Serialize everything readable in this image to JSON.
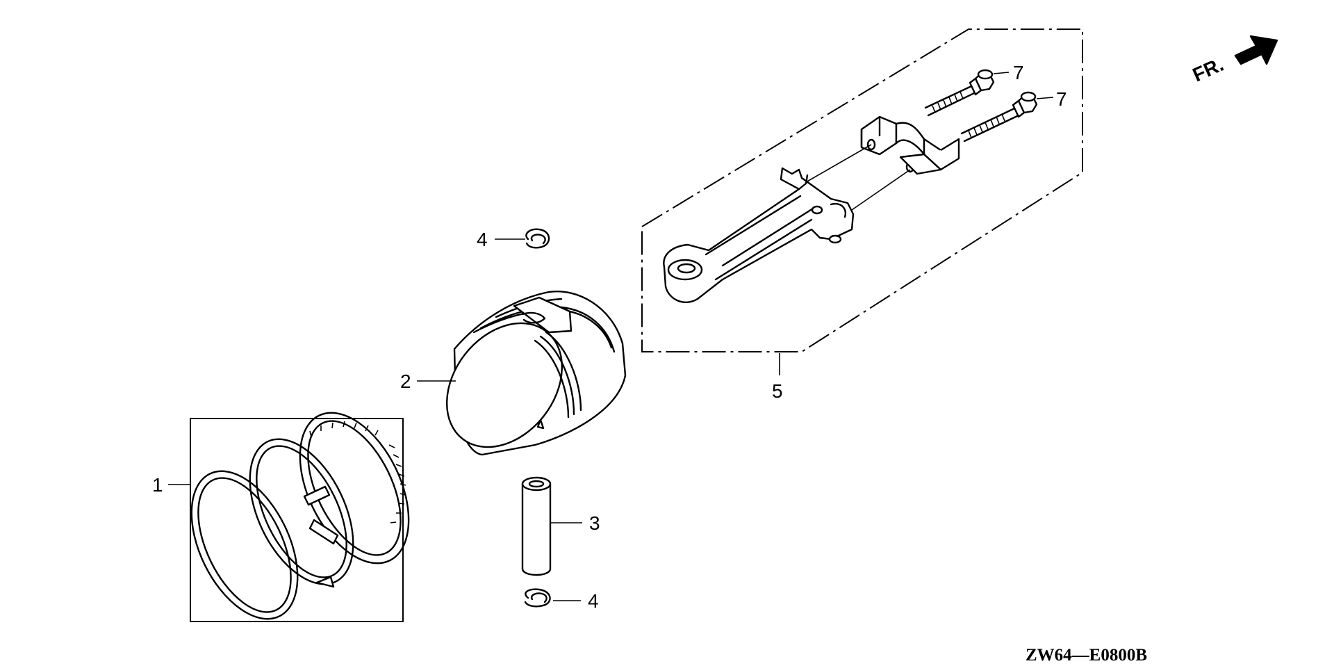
{
  "callouts": {
    "ring_set": "1",
    "piston": "2",
    "piston_pin": "3",
    "clip_upper": "4",
    "clip_lower": "4",
    "connecting_rod": "5",
    "bolt_upper": "7",
    "bolt_lower": "7"
  },
  "front_marker": "FR.",
  "drawing_code": "ZW64—E0800B"
}
